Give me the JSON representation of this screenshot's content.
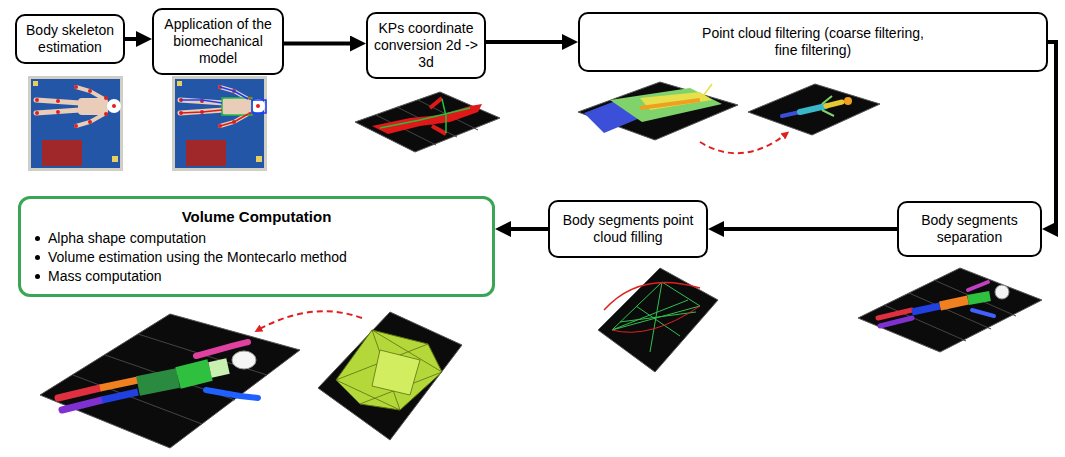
{
  "diagram": {
    "nodes": [
      {
        "text": [
          "Body skeleton estimation"
        ]
      },
      {
        "text": [
          "Application of the biomechanical model"
        ]
      },
      {
        "text": [
          "KPs coordinate conversion 2d -> 3d"
        ]
      },
      {
        "text": [
          "Point cloud filtering (coarse filtering, fine filtering)"
        ]
      },
      {
        "text": [
          "Body segments separation"
        ]
      },
      {
        "text": [
          "Body segments point cloud filling"
        ]
      },
      {
        "text": [
          "Volume Computation",
          "Alpha shape computation",
          "Volume estimation using the Montecarlo method",
          "Mass computation"
        ]
      }
    ],
    "edges": [
      {
        "from": 0,
        "to": 1,
        "arrow": "to"
      },
      {
        "from": 1,
        "to": 2,
        "arrow": "to"
      },
      {
        "from": 2,
        "to": 3,
        "arrow": "to"
      },
      {
        "from": 3,
        "to": 4,
        "arrow": "to"
      },
      {
        "from": 4,
        "to": 5,
        "arrow": "to"
      },
      {
        "from": 5,
        "to": 6,
        "arrow": "to"
      }
    ]
  }
}
